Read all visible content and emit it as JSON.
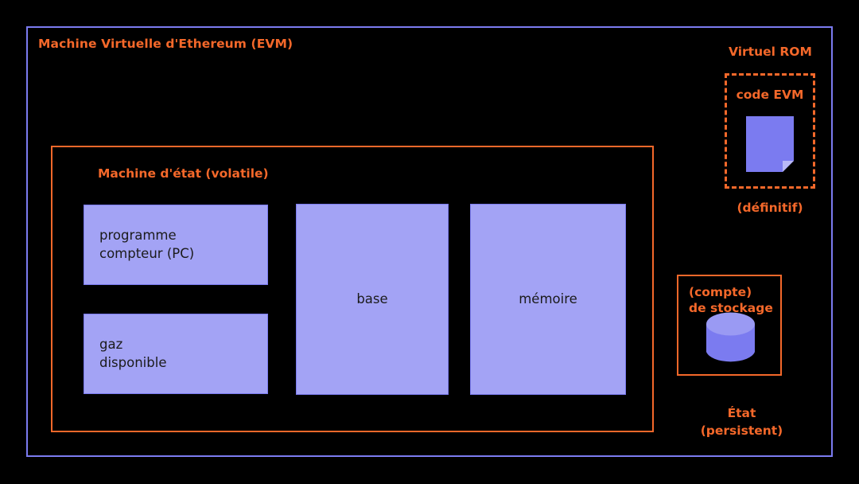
{
  "diagram": {
    "background_color": "#000000",
    "accent_orange": "#f4682a",
    "accent_blue": "#7b7bf0",
    "block_fill": "#a3a3f5"
  },
  "evm": {
    "title": "Machine Virtuelle d'Ethereum (EVM)"
  },
  "state_machine": {
    "title": "Machine d'état (volatile)",
    "blocks": [
      {
        "id": "program-counter",
        "label": "programme\ncompteur (PC)"
      },
      {
        "id": "available-gas",
        "label": "gaz\ndisponible"
      },
      {
        "id": "stack",
        "label": "base"
      },
      {
        "id": "memory",
        "label": "mémoire"
      }
    ]
  },
  "virtual_rom": {
    "title": "Virtuel ROM",
    "box_label": "code EVM",
    "icon": "document-icon",
    "caption": "(définitif)"
  },
  "account_storage": {
    "label": "(compte)\nde stockage",
    "icon": "database-cylinder-icon",
    "caption": "État\n(persistent)"
  }
}
